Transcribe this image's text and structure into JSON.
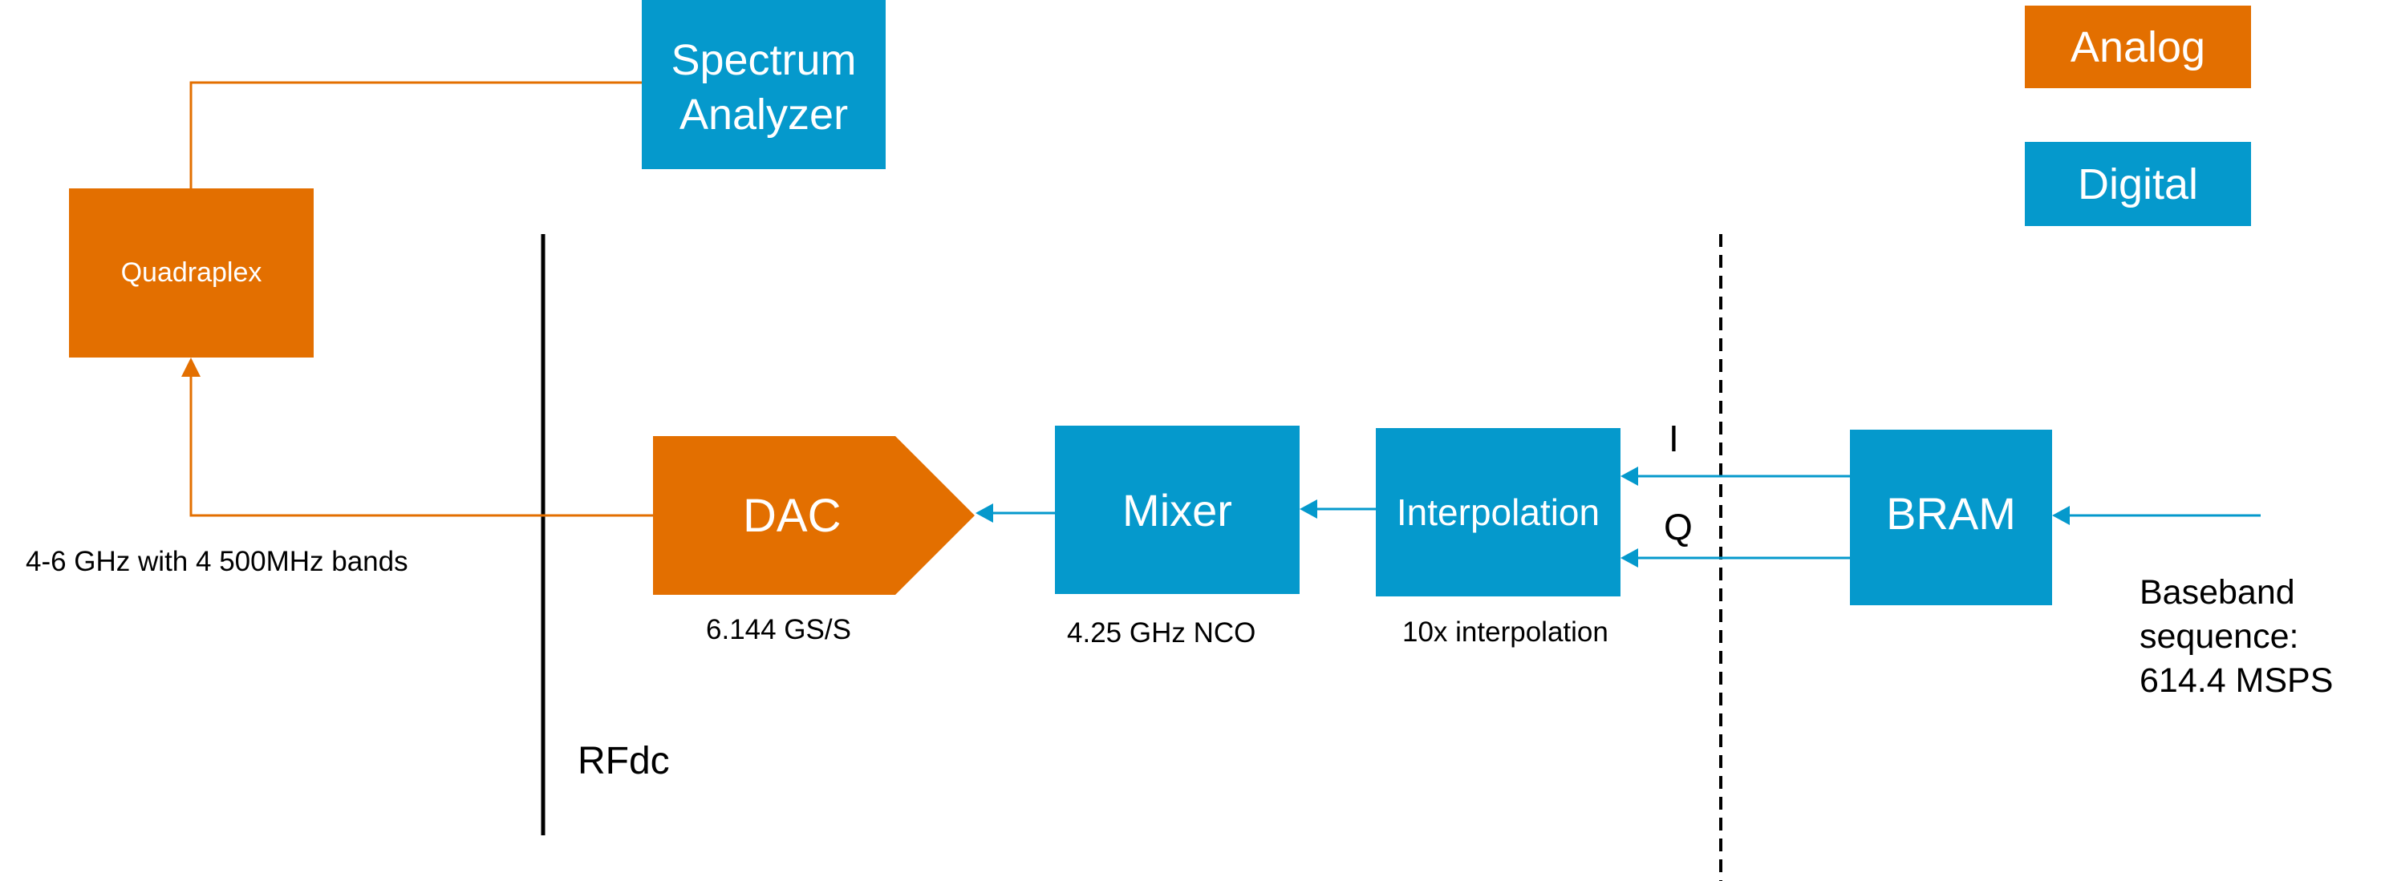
{
  "legend": {
    "analog": "Analog",
    "digital": "Digital",
    "analog_color": "#E36F00",
    "digital_color": "#0599CC"
  },
  "blocks": {
    "spectrum_analyzer": "Spectrum Analyzer",
    "quadraplex": "Quadraplex",
    "dac": "DAC",
    "mixer": "Mixer",
    "interpolation": "Interpolation",
    "bram": "BRAM"
  },
  "labels": {
    "band_info": "4-6 GHz with 4 500MHz bands",
    "dac_rate": "6.144 GS/S",
    "nco": "4.25 GHz NCO",
    "interp_factor": "10x interpolation",
    "i_channel": "I",
    "q_channel": "Q",
    "baseband": "Baseband sequence: 614.4 MSPS",
    "rfdc": "RFdc"
  },
  "colors": {
    "line_black": "#000000"
  }
}
